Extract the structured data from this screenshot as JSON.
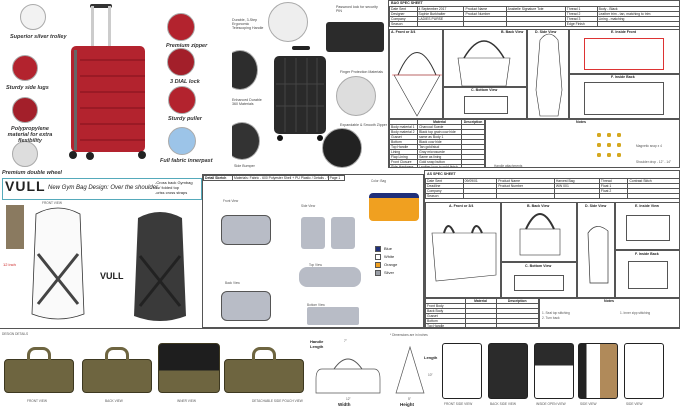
{
  "red_suitcase": {
    "color": "#b3232e",
    "labels": [
      "Superior silver trolley",
      "Sturdy side lugs",
      "Polypropylene material for extra flexibility",
      "Premium double wheel",
      "Premium zipper",
      "3 DIAL lock",
      "Sturdy puller",
      "Full fabric innerpast"
    ]
  },
  "black_suitcase": {
    "color": "#2a2a2a",
    "labels": [
      "Durable, 3-Step Ergonomic Telescoping Handle",
      "Password lock for security PIN",
      "Finger Protection Materials",
      "Enhanced Durable 360 Materials",
      "Expandable & Smooth Zipper",
      "Side Bumper"
    ]
  },
  "bag_spec": {
    "title": "BAG SPEC SHEET",
    "header_rows": [
      [
        "Date Sent",
        "4 September 2017",
        "Product Name",
        "Anabelle Signature Tote",
        "Thread 1",
        "Body - Black"
      ],
      [
        "Designer",
        "Sophie Burkhalter",
        "Product Number",
        "",
        "Thread 2",
        "Leather trim - tan, matching to trim"
      ],
      [
        "Company",
        "LADIES PURSE",
        "",
        "",
        "Thread 3",
        "Lining - matching"
      ],
      [
        "Season",
        "",
        "",
        "",
        "Edge Finish",
        ""
      ]
    ],
    "views": [
      "A. Front or 3/4",
      "B. Back View",
      "C. Bottom View",
      "D. Side View",
      "E. Inside Front",
      "F. Inside Back"
    ],
    "material_header": [
      "Material",
      "Description",
      "Notes"
    ],
    "materials": [
      "Body material 1",
      "Body material 2",
      "Gusset",
      "Bottom",
      "Top Handle",
      "Lining",
      "Flap Lining",
      "Front Closure",
      "Side Hardware"
    ],
    "descriptions": [
      "Charcoal Suede",
      "Black top grain cow hide",
      "same as Body 1",
      "Black cow hide",
      "Tan gold/stud",
      "Gray microsuede",
      "Same as lining",
      "Gold snap button",
      "Leather loop in gold finish"
    ],
    "notes": [
      "Handle attachments",
      "Magnetic snap x 4",
      "Shoulder drop - 12\" - 14\""
    ]
  },
  "vull": {
    "logo": "VULL",
    "title": "New Gym Bag Design: Over the shoulder",
    "features": [
      "-Cross back Gymbag",
      "-w/ folded top",
      "-criss cross straps"
    ],
    "front_view": "FRONT VIEW",
    "measure": "12 inch",
    "header_label": "Premium double wheel"
  },
  "duffel": {
    "header": [
      "Detail Sketch",
      "Materials: Fabric - 600 Polyester Shell + PU Plastic / Details - YKK",
      "Page 1"
    ],
    "color_title": "Color: Bag",
    "views": [
      "Front View",
      "Side View",
      "Top View",
      "Back View",
      "Bottom View"
    ],
    "legend": [
      {
        "name": "Blue",
        "color": "#1f2f7a"
      },
      {
        "name": "White",
        "color": "#ffffff"
      },
      {
        "name": "Orange",
        "color": "#f0a020"
      },
      {
        "name": "Silver",
        "color": "#9a9ea6"
      }
    ],
    "body_color": "#b8bcc6"
  },
  "as_spec": {
    "title": "AS SPEC SHEET",
    "header_rows": [
      [
        "Date Sent",
        "09/09/01",
        "Product Name",
        "Harvest Bag",
        "Thread",
        "Contrast Stitch"
      ],
      [
        "Deadline",
        "",
        "Product Number",
        "WW 001",
        "Float 1",
        ""
      ],
      [
        "Company",
        "",
        "",
        "",
        "Float 2",
        ""
      ],
      [
        "Season",
        "",
        "",
        "",
        "",
        ""
      ]
    ],
    "views": [
      "A. Front or 3/4",
      "B. Back View",
      "C. Bottom View",
      "D. Side View",
      "E. Inside View",
      "F. Inside Back"
    ],
    "material_header": [
      "Material",
      "Description",
      "Notes"
    ],
    "materials": [
      "Front Body",
      "Back Body",
      "Gusset",
      "Bottom",
      "Top Handle",
      "Lining"
    ],
    "notes": [
      "1. Seal top stitching",
      "2. Turn back",
      "1. Inner zipp stitching"
    ]
  },
  "bottom": {
    "title": "DESIGN DETAILS",
    "olive": "#6e6540",
    "duffel_captions": [
      "FRONT VIEW",
      "BACK VIEW",
      "INNER VIEW",
      "DETACHABLE SIDE POUCH VIEW"
    ],
    "dims": {
      "handle": "Handle Length",
      "width": "Width",
      "height": "Height",
      "length": "Length",
      "w_val": "12\"",
      "h_val": "5\"",
      "l_val": "10\"",
      "handle_val": "7\"",
      "note": "* Dimensions are in inches"
    },
    "backpack_captions": [
      "FRONT SIDE VIEW",
      "BACK SIDE VIEW",
      "INSIDE OPEN VIEW",
      "SIDE VIEW",
      "SIDE VIEW"
    ]
  }
}
